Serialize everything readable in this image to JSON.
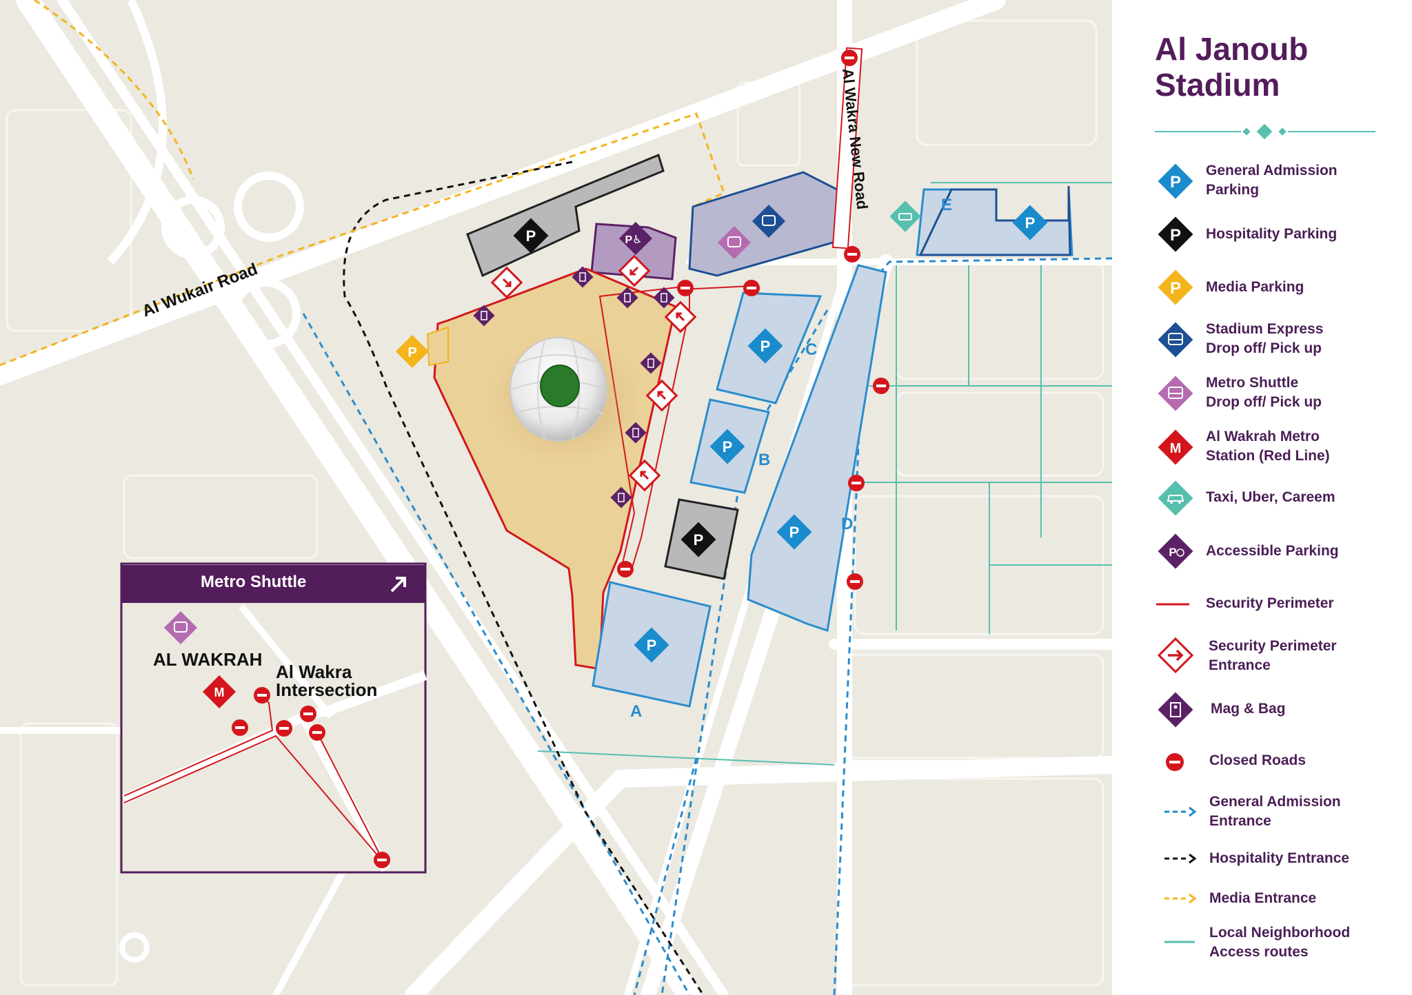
{
  "map": {
    "roads": {
      "al_wukair": "Al Wukair Road",
      "al_wakra_new": "Al Wakra New Road"
    },
    "zones": [
      "A",
      "B",
      "C",
      "D",
      "E"
    ],
    "inset": {
      "title": "Metro Shuttle",
      "station_label": "AL WAKRAH",
      "intersection_label": "Al Wakra\nIntersection"
    }
  },
  "legend": {
    "title": "Al Janoub\nStadium",
    "items": [
      {
        "label": "General Admission\nParking",
        "icon": "general-parking-icon",
        "color": "#1a8bcc"
      },
      {
        "label": "Hospitality Parking",
        "icon": "hospitality-parking-icon",
        "color": "#111111"
      },
      {
        "label": "Media Parking",
        "icon": "media-parking-icon",
        "color": "#f3b51b"
      },
      {
        "label": "Stadium Express\nDrop off/ Pick up",
        "icon": "stadium-express-bus-icon",
        "color": "#1c4f94"
      },
      {
        "label": "Metro Shuttle\nDrop off/ Pick up",
        "icon": "metro-shuttle-bus-icon",
        "color": "#b56bb0"
      },
      {
        "label": "Al Wakrah Metro\nStation (Red Line)",
        "icon": "metro-station-icon",
        "color": "#d4161c"
      },
      {
        "label": "Taxi, Uber, Careem",
        "icon": "taxi-icon",
        "color": "#57bfae"
      },
      {
        "label": "Accessible Parking",
        "icon": "accessible-parking-icon",
        "color": "#5b2166"
      },
      {
        "label": "Security Perimeter",
        "icon": "security-perimeter-line-icon",
        "color": "#d4161c"
      },
      {
        "label": "Security Perimeter\nEntrance",
        "icon": "security-entrance-icon",
        "color": "#d4161c"
      },
      {
        "label": "Mag & Bag",
        "icon": "mag-and-bag-icon",
        "color": "#5b2166"
      },
      {
        "label": "Closed Roads",
        "icon": "closed-road-icon",
        "color": "#d4161c"
      },
      {
        "label": "General Admission\nEntrance",
        "icon": "general-entrance-arrow-icon",
        "color": "#1a8bcc"
      },
      {
        "label": "Hospitality Entrance",
        "icon": "hospitality-entrance-arrow-icon",
        "color": "#111111"
      },
      {
        "label": "Media Entrance",
        "icon": "media-entrance-arrow-icon",
        "color": "#f3b51b"
      },
      {
        "label": "Local Neighborhood\nAccess routes",
        "icon": "neighborhood-route-line-icon",
        "color": "#57bfae"
      }
    ]
  }
}
